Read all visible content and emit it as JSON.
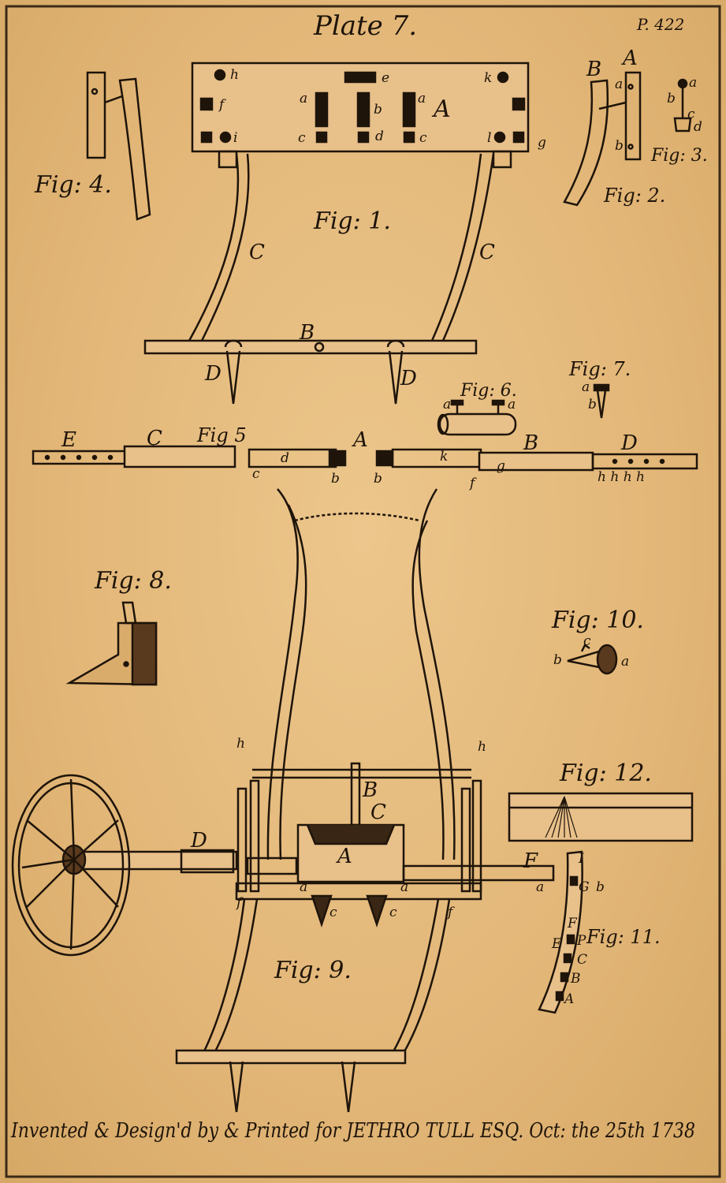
{
  "plate": {
    "title": "Plate 7.",
    "page": "P. 422",
    "caption": "Invented & Design'd by & Printed for JETHRO TULL ESQ. Oct: the 25th 1738"
  },
  "figures": {
    "fig1": "Fig: 1.",
    "fig2": "Fig: 2.",
    "fig3": "Fig: 3.",
    "fig4": "Fig: 4.",
    "fig5": "Fig 5",
    "fig6": "Fig: 6.",
    "fig7": "Fig: 7.",
    "fig8": "Fig: 8.",
    "fig9": "Fig: 9.",
    "fig10": "Fig: 10.",
    "fig11": "Fig: 11.",
    "fig12": "Fig: 12."
  },
  "letters": {
    "A": "A",
    "B": "B",
    "C": "C",
    "D": "D",
    "E": "E",
    "F": "F",
    "G": "G",
    "I": "I",
    "P": "P",
    "a": "a",
    "b": "b",
    "c": "c",
    "d": "d",
    "e": "e",
    "f": "f",
    "g": "g",
    "h": "h",
    "i": "i",
    "k": "k",
    "l": "l",
    "hhhh": "h h h h"
  },
  "colors": {
    "paper": "#e3b97c",
    "ink": "#1e140a",
    "border": "#3a2a17"
  }
}
